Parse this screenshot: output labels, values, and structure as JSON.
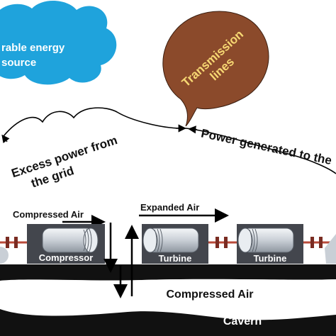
{
  "cloud": {
    "line1": "rable energy",
    "line2": "source",
    "color": "#1fa3dc"
  },
  "bubble": {
    "line1": "Transmission",
    "line2": "lines",
    "color": "#8b4a2b",
    "text_color": "#f7d873"
  },
  "grid_labels": {
    "excess_line1": "Excess power from",
    "excess_line2": "the grid",
    "generated": "Power generated to the"
  },
  "labels": {
    "compressed_air_top": "Compressed Air",
    "expanded_air": "Expanded Air",
    "compressor": "Compressor",
    "turbine_1": "Turbine",
    "turbine_2": "Turbine",
    "compressed_air_cavern": "Compressed Air",
    "cavern": "Cavern"
  },
  "colors": {
    "machine_box": "#43464d",
    "cylinder": "#dfe3e8",
    "shaft": "#b84a3a",
    "ground": "#111111"
  }
}
